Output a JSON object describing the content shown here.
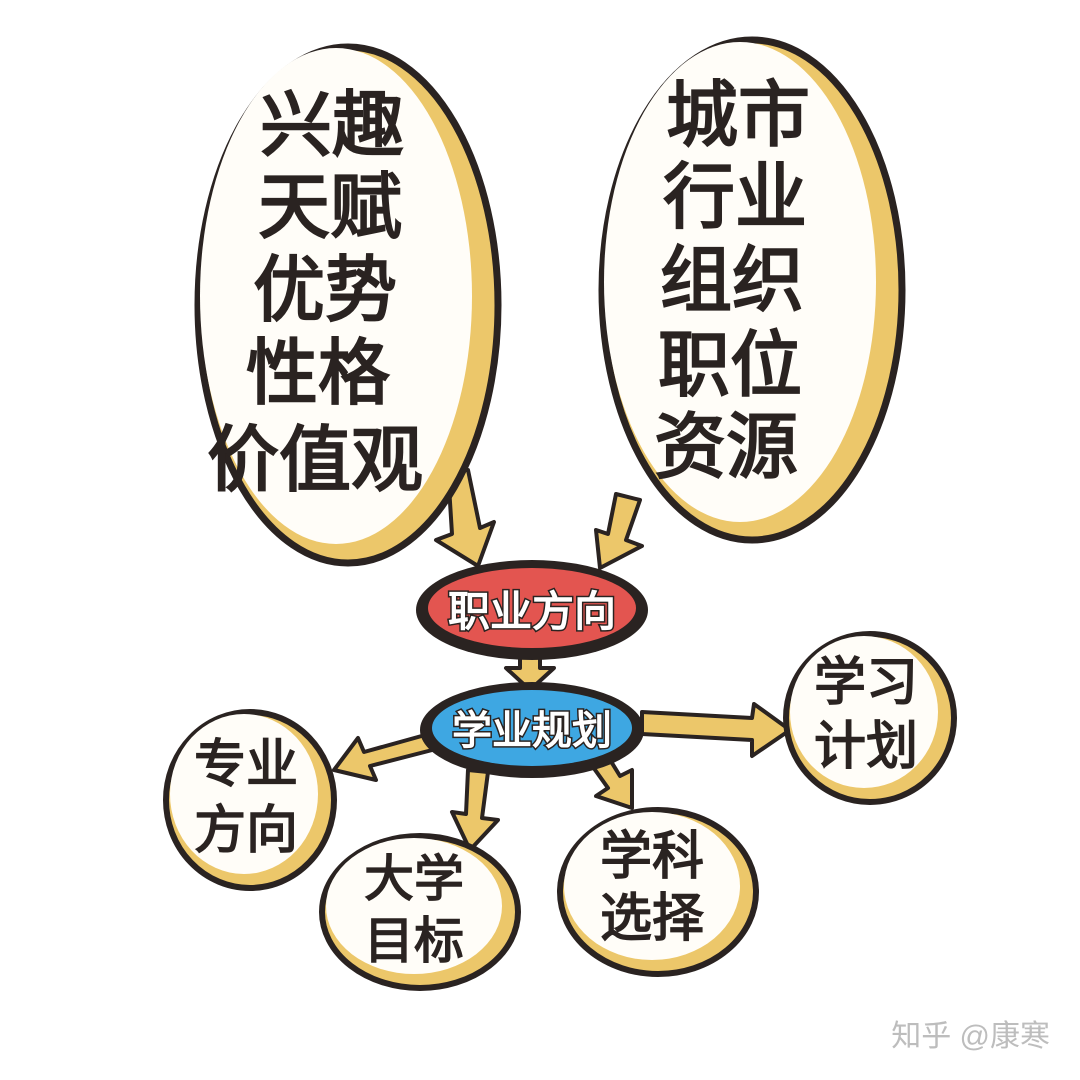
{
  "colors": {
    "ink": "#2a2321",
    "shadow": "#ecc76a",
    "bubble_fill": "#fffdf8",
    "career_fill": "#e35550",
    "study_fill": "#3ea7e2",
    "watermark": "#bdbdbd"
  },
  "bubbles": {
    "self": {
      "lines": [
        "兴趣",
        "天赋",
        "优势",
        "性格",
        "价值观"
      ]
    },
    "external": {
      "lines": [
        "城市",
        "行业",
        "组织",
        "职位",
        "资源"
      ]
    },
    "major": {
      "lines": [
        "专业",
        "方向"
      ]
    },
    "university": {
      "lines": [
        "大学",
        "目标"
      ]
    },
    "subject": {
      "lines": [
        "学科",
        "选择"
      ]
    },
    "study_plan": {
      "lines": [
        "学习",
        "计划"
      ]
    }
  },
  "nodes": {
    "career_direction": "职业方向",
    "academic_plan": "学业规划"
  },
  "watermark": "知乎 @康寒"
}
